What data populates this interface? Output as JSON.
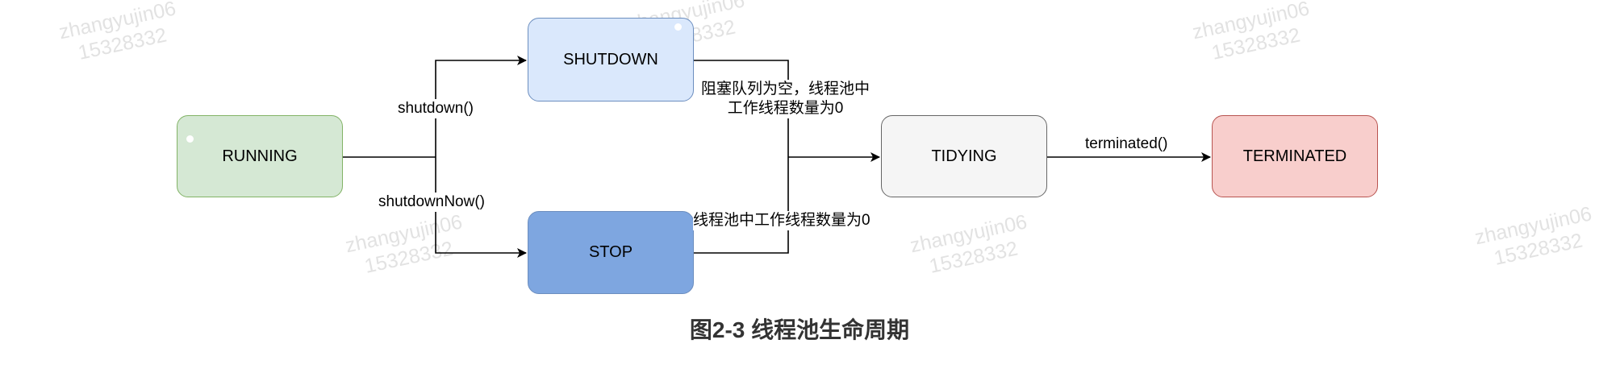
{
  "watermark": {
    "line1": "zhangyujin06",
    "line2": "15328332"
  },
  "colors": {
    "running_fill": "#d5e8d4",
    "running_stroke": "#82b366",
    "shutdown_fill": "#dae8fc",
    "shutdown_stroke": "#6c8ebf",
    "stop_fill": "#7ea6e0",
    "stop_stroke": "#6c8ebf",
    "tidying_fill": "#f5f5f5",
    "tidying_stroke": "#666666",
    "terminated_fill": "#f8cecc",
    "terminated_stroke": "#b85450",
    "edge": "#000000"
  },
  "nodes": {
    "running": "RUNNING",
    "shutdown": "SHUTDOWN",
    "stop": "STOP",
    "tidying": "TIDYING",
    "terminated": "TERMINATED"
  },
  "edges": {
    "shutdown_call": "shutdown()",
    "shutdown_now_call": "shutdownNow()",
    "queue_empty_line1": "阻塞队列为空，线程池中",
    "queue_empty_line2": "工作线程数量为0",
    "workers_zero": "线程池中工作线程数量为0",
    "terminated_call": "terminated()"
  },
  "caption": "图2-3 线程池生命周期"
}
